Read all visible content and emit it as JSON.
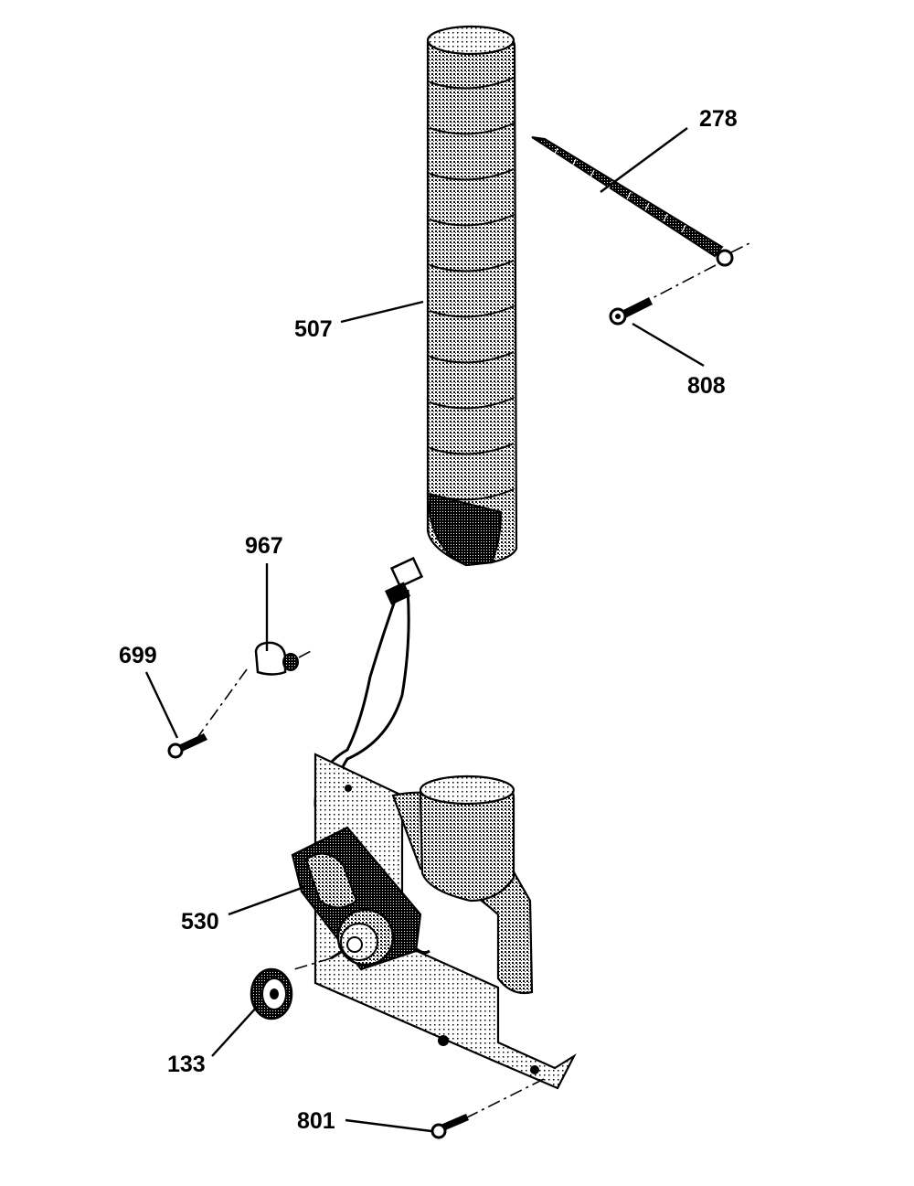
{
  "part_labels": {
    "p278": "278",
    "p507": "507",
    "p808": "808",
    "p967": "967",
    "p699": "699",
    "p530": "530",
    "p133": "133",
    "p801": "801"
  },
  "colors": {
    "ink": "#000000",
    "paper": "#ffffff"
  }
}
